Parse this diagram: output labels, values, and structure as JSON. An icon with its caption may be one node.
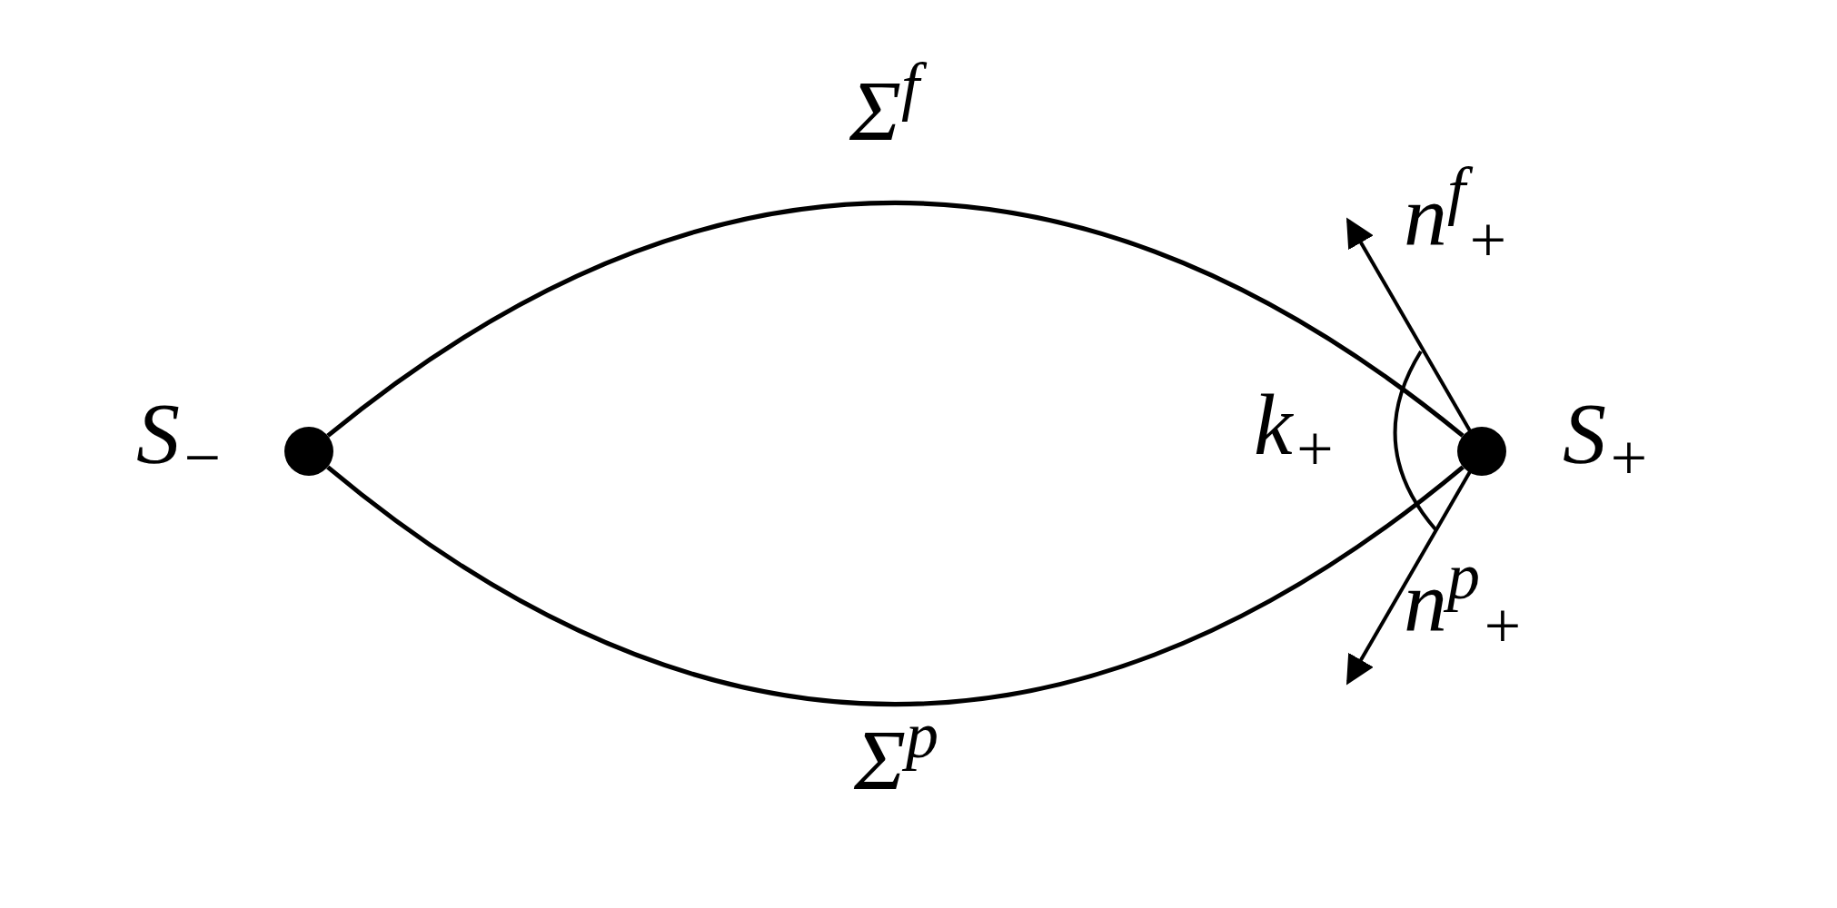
{
  "diagram": {
    "nodes": [
      {
        "text": [],
        "shape": "circle",
        "beside": [
          "S$_{−}$"
        ]
      },
      {
        "text": [],
        "shape": "circle",
        "beside": [
          "S$_{+}$"
        ]
      }
    ],
    "edges": [
      {
        "from": 0,
        "to": 1,
        "arrow": "none",
        "label": "Σ$^{f}$"
      },
      {
        "from": 0,
        "to": 1,
        "arrow": "none",
        "label": "Σ$^{p}$"
      }
    ],
    "labels": [
      "n$^{f}$$_{+}$",
      "k$_{+}$",
      "n$^{p}$$_{+}$"
    ]
  }
}
